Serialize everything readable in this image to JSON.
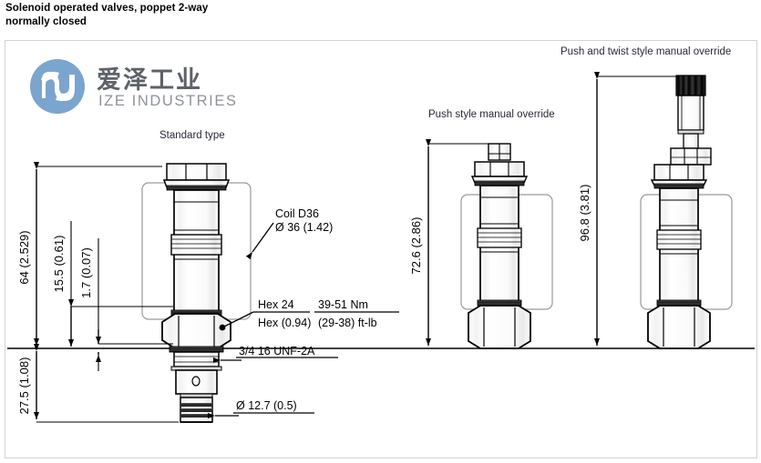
{
  "heading": {
    "line1": "Solenoid operated valves, poppet 2-way",
    "line2": "normally closed"
  },
  "logo": {
    "chinese": "爱泽工业",
    "english": "IZE INDUSTRIES",
    "circle_color": "#7ba5ce",
    "text_color": "#5e6268"
  },
  "views": {
    "standard": {
      "title": "Standard type"
    },
    "push": {
      "title": "Push style manual override"
    },
    "push_twist": {
      "title": "Push and twist style manual override"
    }
  },
  "dimensions": {
    "overall_height": "64 (2.529)",
    "coil_lower": "15.5 (0.61)",
    "shoulder": "1.7 (0.07)",
    "below_line": "27.5 (1.08)",
    "push_height": "72.6 (2.86)",
    "push_twist_height": "96.8 (3.81)"
  },
  "callouts": {
    "coil_line1": "Coil D36",
    "coil_line2": "Ø 36 (1.42)",
    "hex_top": "Hex 24",
    "hex_bottom": "Hex (0.94)",
    "torque_top": "39-51 Nm",
    "torque_bottom": "(29-38) ft-lb",
    "thread": "3/4 16 UNF-2A",
    "port_dia": "Ø 12.7 (0.5)"
  }
}
